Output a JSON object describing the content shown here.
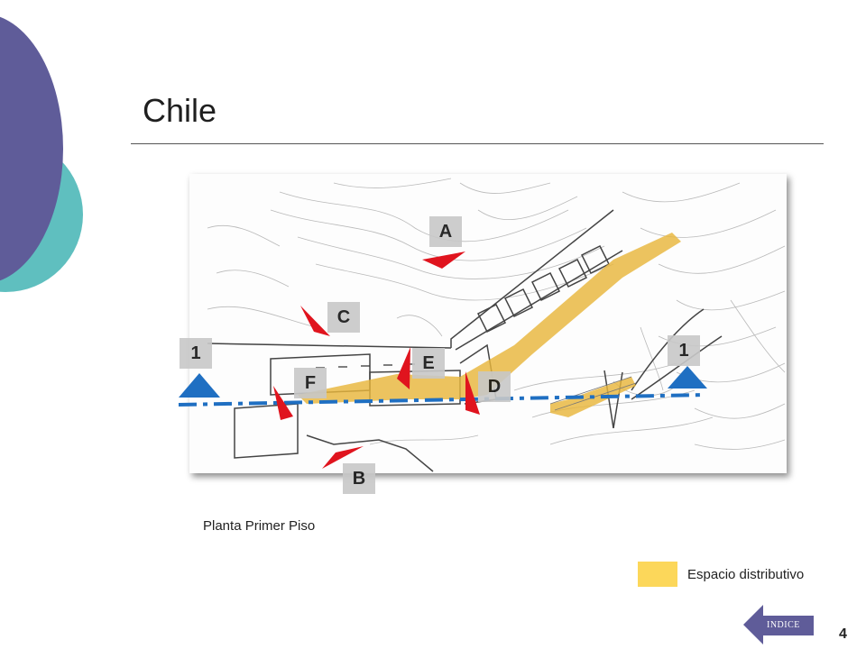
{
  "slide": {
    "title": "Chile",
    "page_number": "4"
  },
  "plan": {
    "caption": "Planta Primer Piso",
    "labels": {
      "a": "A",
      "b": "B",
      "c": "C",
      "d": "D",
      "e": "E",
      "f": "F",
      "section_left": "1",
      "section_right": "1"
    }
  },
  "legend": {
    "label": "Espacio distributivo",
    "swatch_color": "#fcd75a"
  },
  "nav": {
    "indice_label": "INDICE"
  },
  "colors": {
    "accent_purple": "#5f5c99",
    "accent_teal": "#5fbfbf",
    "arrow_red": "#e0141e",
    "section_blue": "#1f6fc2",
    "path_yellow": "#e8b63c"
  }
}
